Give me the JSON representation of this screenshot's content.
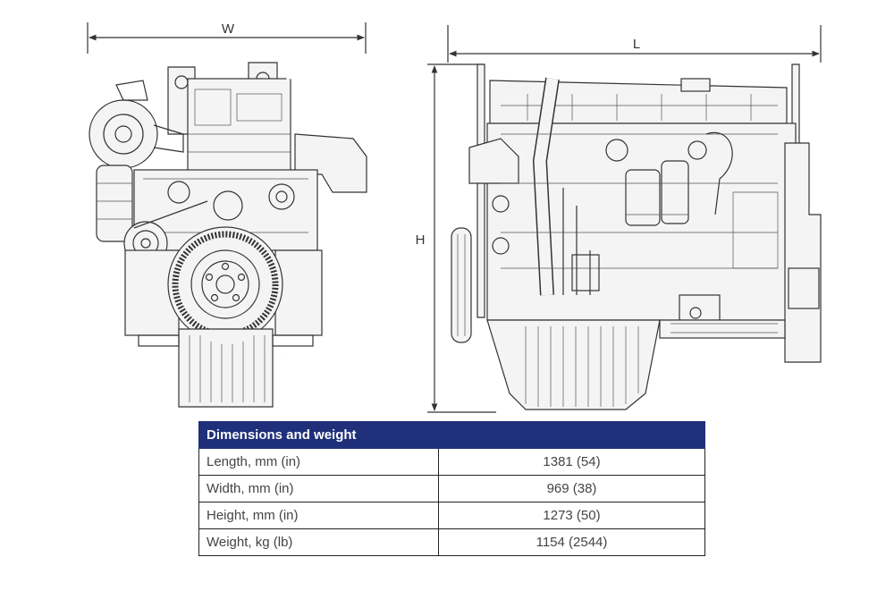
{
  "diagram": {
    "dimension_labels": {
      "width": "W",
      "length": "L",
      "height": "H"
    },
    "colors": {
      "table_header": "#1f2f7a",
      "line": "#333333"
    }
  },
  "table": {
    "title": "Dimensions and weight",
    "rows": [
      {
        "label": "Length, mm (in)",
        "value": "1381 (54)"
      },
      {
        "label": "Width, mm (in)",
        "value": "969 (38)"
      },
      {
        "label": "Height, mm (in)",
        "value": "1273 (50)"
      },
      {
        "label": "Weight, kg (lb)",
        "value": "1154 (2544)"
      }
    ]
  }
}
